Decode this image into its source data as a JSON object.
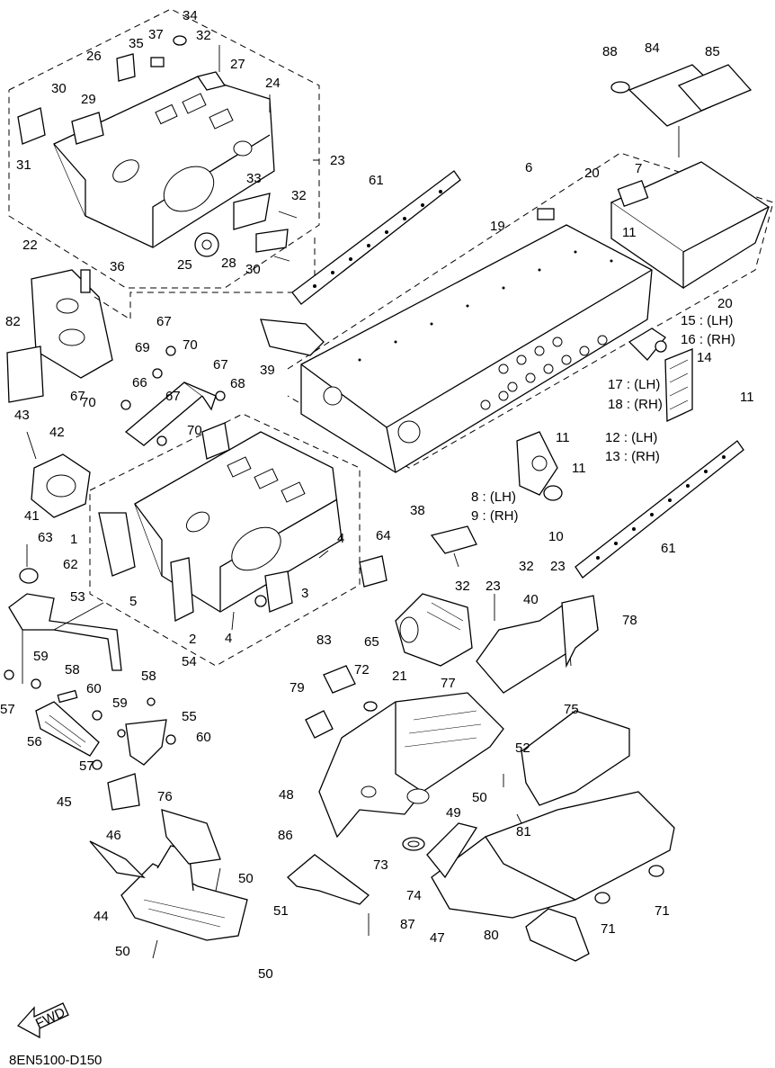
{
  "diagram": {
    "code": "8EN5100-D150",
    "fwd_label": "FWD",
    "labels": [
      {
        "id": "l34",
        "text": "34"
      },
      {
        "id": "l37",
        "text": "37"
      },
      {
        "id": "l32a",
        "text": "32"
      },
      {
        "id": "l35",
        "text": "35"
      },
      {
        "id": "l26",
        "text": "26"
      },
      {
        "id": "l27",
        "text": "27"
      },
      {
        "id": "l24",
        "text": "24"
      },
      {
        "id": "l30a",
        "text": "30"
      },
      {
        "id": "l29",
        "text": "29"
      },
      {
        "id": "l31",
        "text": "31"
      },
      {
        "id": "l23a",
        "text": "23"
      },
      {
        "id": "l33",
        "text": "33"
      },
      {
        "id": "l32b",
        "text": "32"
      },
      {
        "id": "l25",
        "text": "25"
      },
      {
        "id": "l28",
        "text": "28"
      },
      {
        "id": "l30b",
        "text": "30"
      },
      {
        "id": "l22",
        "text": "22"
      },
      {
        "id": "l36",
        "text": "36"
      },
      {
        "id": "l82",
        "text": "82"
      },
      {
        "id": "l67a",
        "text": "67"
      },
      {
        "id": "l69",
        "text": "69"
      },
      {
        "id": "l70a",
        "text": "70"
      },
      {
        "id": "l67b",
        "text": "67"
      },
      {
        "id": "l68",
        "text": "68"
      },
      {
        "id": "l66",
        "text": "66"
      },
      {
        "id": "l67c",
        "text": "67"
      },
      {
        "id": "l70b",
        "text": "70"
      },
      {
        "id": "l67d",
        "text": "67"
      },
      {
        "id": "l70c",
        "text": "70"
      },
      {
        "id": "l43",
        "text": "43"
      },
      {
        "id": "l42",
        "text": "42"
      },
      {
        "id": "l41",
        "text": "41"
      },
      {
        "id": "l1",
        "text": "1"
      },
      {
        "id": "l63",
        "text": "63"
      },
      {
        "id": "l62",
        "text": "62"
      },
      {
        "id": "l53",
        "text": "53"
      },
      {
        "id": "l5",
        "text": "5"
      },
      {
        "id": "l2",
        "text": "2"
      },
      {
        "id": "l4a",
        "text": "4"
      },
      {
        "id": "l4b",
        "text": "4"
      },
      {
        "id": "l3",
        "text": "3"
      },
      {
        "id": "l54",
        "text": "54"
      },
      {
        "id": "l59a",
        "text": "59"
      },
      {
        "id": "l58a",
        "text": "58"
      },
      {
        "id": "l57a",
        "text": "57"
      },
      {
        "id": "l60a",
        "text": "60"
      },
      {
        "id": "l56",
        "text": "56"
      },
      {
        "id": "l58b",
        "text": "58"
      },
      {
        "id": "l59b",
        "text": "59"
      },
      {
        "id": "l55",
        "text": "55"
      },
      {
        "id": "l60b",
        "text": "60"
      },
      {
        "id": "l57b",
        "text": "57"
      },
      {
        "id": "l45",
        "text": "45"
      },
      {
        "id": "l46",
        "text": "46"
      },
      {
        "id": "l76",
        "text": "76"
      },
      {
        "id": "l50a",
        "text": "50"
      },
      {
        "id": "l51",
        "text": "51"
      },
      {
        "id": "l44",
        "text": "44"
      },
      {
        "id": "l50b",
        "text": "50"
      },
      {
        "id": "l50c",
        "text": "50"
      },
      {
        "id": "l61a",
        "text": "61"
      },
      {
        "id": "l6",
        "text": "6"
      },
      {
        "id": "l88",
        "text": "88"
      },
      {
        "id": "l84",
        "text": "84"
      },
      {
        "id": "l85",
        "text": "85"
      },
      {
        "id": "l7",
        "text": "7"
      },
      {
        "id": "l20a",
        "text": "20"
      },
      {
        "id": "l19",
        "text": "19"
      },
      {
        "id": "l11a",
        "text": "11"
      },
      {
        "id": "l20b",
        "text": "20"
      },
      {
        "id": "l15",
        "text": "15 : (LH)"
      },
      {
        "id": "l16",
        "text": "16 : (RH)"
      },
      {
        "id": "l39",
        "text": "39"
      },
      {
        "id": "l14",
        "text": "14"
      },
      {
        "id": "l17",
        "text": "17 : (LH)"
      },
      {
        "id": "l18",
        "text": "18 : (RH)"
      },
      {
        "id": "l11b",
        "text": "11"
      },
      {
        "id": "l12",
        "text": "12 : (LH)"
      },
      {
        "id": "l13",
        "text": "13 : (RH)"
      },
      {
        "id": "l11c",
        "text": "11"
      },
      {
        "id": "l11d",
        "text": "11"
      },
      {
        "id": "l8",
        "text": "8 : (LH)"
      },
      {
        "id": "l9",
        "text": "9 : (RH)"
      },
      {
        "id": "l10",
        "text": "10"
      },
      {
        "id": "l61b",
        "text": "61"
      },
      {
        "id": "l38",
        "text": "38"
      },
      {
        "id": "l64",
        "text": "64"
      },
      {
        "id": "l32c",
        "text": "32"
      },
      {
        "id": "l23b",
        "text": "23"
      },
      {
        "id": "l32d",
        "text": "32"
      },
      {
        "id": "l23c",
        "text": "23"
      },
      {
        "id": "l40",
        "text": "40"
      },
      {
        "id": "l65",
        "text": "65"
      },
      {
        "id": "l21",
        "text": "21"
      },
      {
        "id": "l78",
        "text": "78"
      },
      {
        "id": "l77",
        "text": "77"
      },
      {
        "id": "l83",
        "text": "83"
      },
      {
        "id": "l72",
        "text": "72"
      },
      {
        "id": "l79",
        "text": "79"
      },
      {
        "id": "l75",
        "text": "75"
      },
      {
        "id": "l52",
        "text": "52"
      },
      {
        "id": "l48",
        "text": "48"
      },
      {
        "id": "l50d",
        "text": "50"
      },
      {
        "id": "l49",
        "text": "49"
      },
      {
        "id": "l81",
        "text": "81"
      },
      {
        "id": "l86",
        "text": "86"
      },
      {
        "id": "l73",
        "text": "73"
      },
      {
        "id": "l74",
        "text": "74"
      },
      {
        "id": "l71a",
        "text": "71"
      },
      {
        "id": "l71b",
        "text": "71"
      },
      {
        "id": "l87",
        "text": "87"
      },
      {
        "id": "l47",
        "text": "47"
      },
      {
        "id": "l80",
        "text": "80"
      }
    ]
  }
}
